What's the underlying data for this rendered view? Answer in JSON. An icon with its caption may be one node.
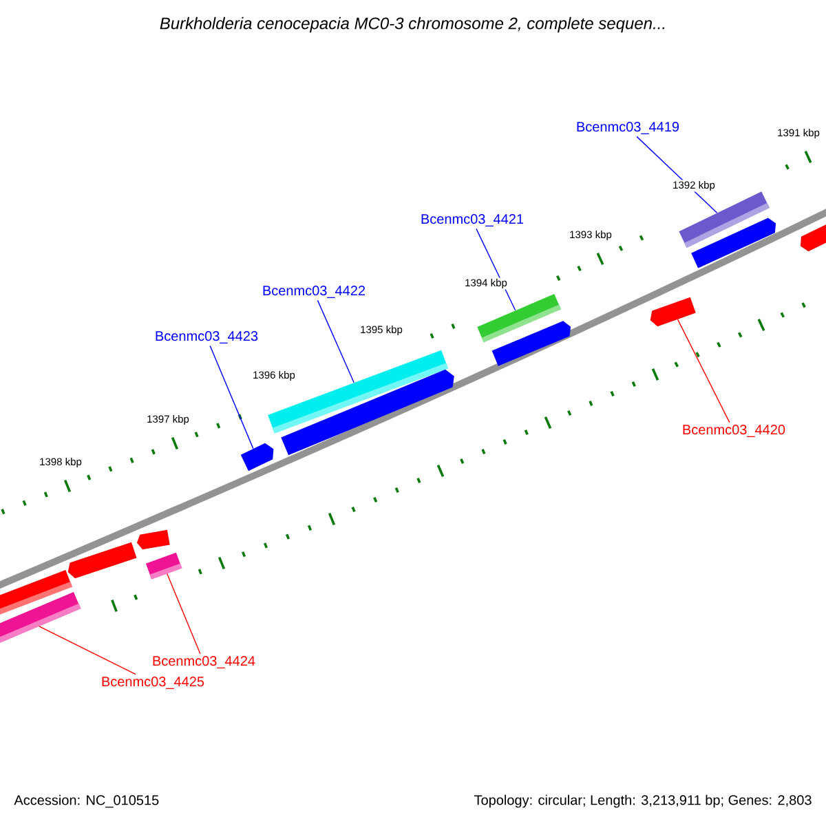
{
  "diagram": {
    "title": "Burkholderia cenocepacia MC0-3 chromosome 2, complete sequen...",
    "nodes": [
      {
        "text": [
          "Bcenmc03_4419"
        ]
      },
      {
        "text": [
          "Bcenmc03_4421"
        ]
      },
      {
        "text": [
          "Bcenmc03_4422"
        ]
      },
      {
        "text": [
          "Bcenmc03_4423"
        ]
      },
      {
        "text": [
          "Bcenmc03_4420"
        ]
      },
      {
        "text": [
          "Bcenmc03_4424"
        ]
      },
      {
        "text": [
          "Bcenmc03_4425"
        ]
      },
      {
        "text": [],
        "shape": "bar"
      },
      {
        "text": [],
        "shape": "bar"
      },
      {
        "text": [],
        "shape": "bar"
      },
      {
        "text": [],
        "shape": "arrow"
      },
      {
        "text": [],
        "shape": "arrow"
      },
      {
        "text": [],
        "shape": "bar"
      },
      {
        "text": [],
        "shape": "bar"
      },
      {
        "text": [],
        "shape": "arrow"
      },
      {
        "text": [],
        "shape": "arrow"
      },
      {
        "text": [],
        "shape": "arrow"
      },
      {
        "text": [],
        "shape": "arrow"
      },
      {
        "text": [],
        "shape": "bar"
      },
      {
        "text": [],
        "shape": "arrow"
      },
      {
        "text": [],
        "shape": "arrow"
      }
    ],
    "edges": [
      {
        "from": 0,
        "to": 7,
        "arrow": "none"
      },
      {
        "from": 1,
        "to": 8,
        "arrow": "none"
      },
      {
        "from": 2,
        "to": 9,
        "arrow": "none"
      },
      {
        "from": 3,
        "to": 10,
        "arrow": "none"
      },
      {
        "from": 4,
        "to": 11,
        "arrow": "none",
        "color": "#ff0000"
      },
      {
        "from": 5,
        "to": 12,
        "arrow": "none",
        "color": "#ff0000"
      },
      {
        "from": 6,
        "to": 13,
        "arrow": "none",
        "color": "#ff0000"
      }
    ],
    "labels": [
      "1391 kbp",
      "1392 kbp",
      "1393 kbp",
      "1394 kbp",
      "1395 kbp",
      "1396 kbp",
      "1397 kbp",
      "1398 kbp",
      "Accession: NC_010515",
      "Topology: circular; Length: 3,213,911 bp; Genes: 2,803"
    ]
  }
}
